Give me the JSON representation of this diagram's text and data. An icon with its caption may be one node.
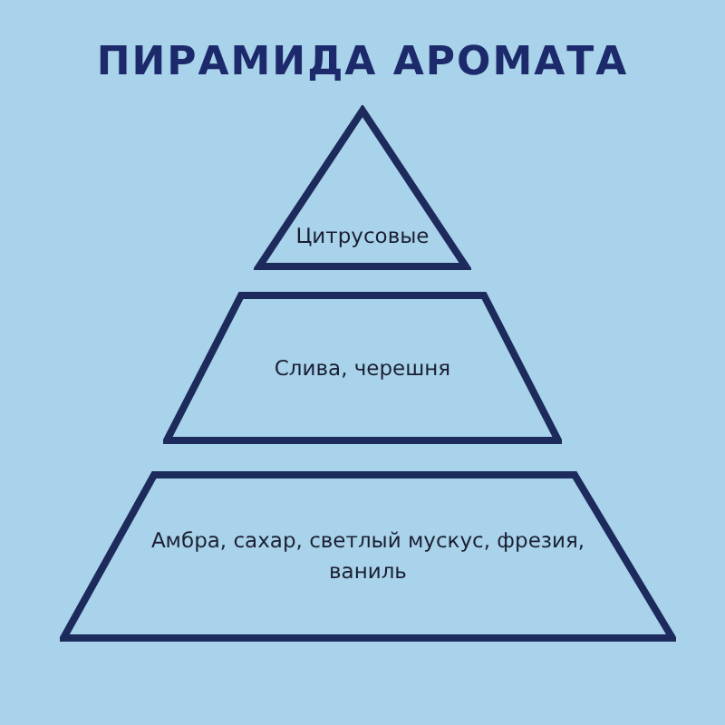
{
  "diagram": {
    "title": "ПИРАМИДА АРОМАТА",
    "nodes": [
      {
        "text": [
          "Цитрусовые"
        ]
      },
      {
        "text": [
          "Слива, черешня"
        ]
      },
      {
        "text": [
          "Амбра, сахар, светлый мускус, фрезия, ваниль"
        ]
      }
    ]
  }
}
